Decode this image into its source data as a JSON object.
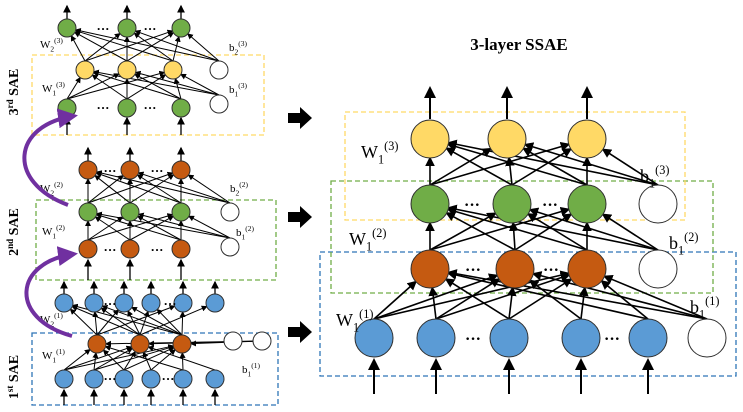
{
  "title": "3-layer SSAE",
  "left_stages": [
    {
      "ordinal": "1",
      "suffix": "st",
      "word": "SAE",
      "w_enc": "1",
      "w_enc_sup": "(1)",
      "w_dec": "2",
      "w_dec_sup": "(1)",
      "b_enc": "1",
      "b_enc_sup": "(1)"
    },
    {
      "ordinal": "2",
      "suffix": "nd",
      "word": "SAE",
      "w_enc": "1",
      "w_enc_sup": "(2)",
      "w_dec": "2",
      "w_dec_sup": "(2)",
      "b_enc": "1",
      "b_enc_sup": "(2)",
      "b_dec": "2",
      "b_dec_sup": "(2)"
    },
    {
      "ordinal": "3",
      "suffix": "rd",
      "word": "SAE",
      "w_enc": "1",
      "w_enc_sup": "(3)",
      "w_dec": "2",
      "w_dec_sup": "(3)",
      "b_enc": "1",
      "b_enc_sup": "(3)",
      "b_dec": "2",
      "b_dec_sup": "(3)"
    }
  ],
  "right_labels": {
    "w1": {
      "base": "W",
      "sub": "1",
      "sup": "(1)"
    },
    "w2": {
      "base": "W",
      "sub": "1",
      "sup": "(2)"
    },
    "w3": {
      "base": "W",
      "sub": "1",
      "sup": "(3)"
    },
    "b1": {
      "base": "b",
      "sub": "1",
      "sup": "(1)"
    },
    "b2": {
      "base": "b",
      "sub": "1",
      "sup": "(2)"
    },
    "b3": {
      "base": "b",
      "sub": "1",
      "sup": "(3)"
    }
  },
  "ellipsis": "···",
  "colors": {
    "blue": "#5b9bd5",
    "orange": "#c55a11",
    "green": "#70ad47",
    "yellow": "#ffd966",
    "bias": "#ffffff",
    "node_stroke": "#2f2f2f",
    "box_blue": "#2e75b6",
    "box_green": "#70ad47",
    "box_yellow": "#ffd966",
    "curve_arrow": "#7030a0",
    "edge": "#000000"
  }
}
